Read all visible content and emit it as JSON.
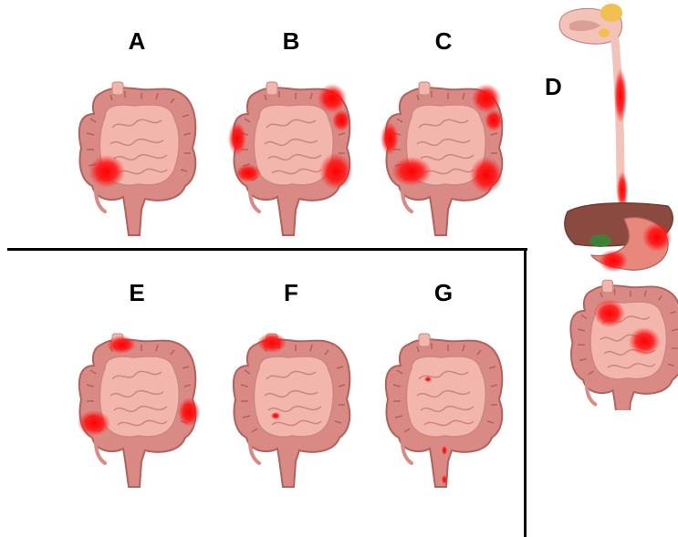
{
  "panels": [
    {
      "letter": "A"
    },
    {
      "letter": "B"
    },
    {
      "letter": "C"
    },
    {
      "letter": "D"
    },
    {
      "letter": "E"
    },
    {
      "letter": "F"
    },
    {
      "letter": "G"
    }
  ],
  "colors": {
    "colon": "#d98a85",
    "colon_outline": "#b3615c",
    "small_intestine": "#f2b6ad",
    "inflammation": "#ff0000",
    "liver": "#8a4a3f",
    "stomach": "#e8877c",
    "gallbladder": "#3f7f3a",
    "salivary_gland": "#f0c050",
    "esophagus": "#f3c2b8"
  }
}
